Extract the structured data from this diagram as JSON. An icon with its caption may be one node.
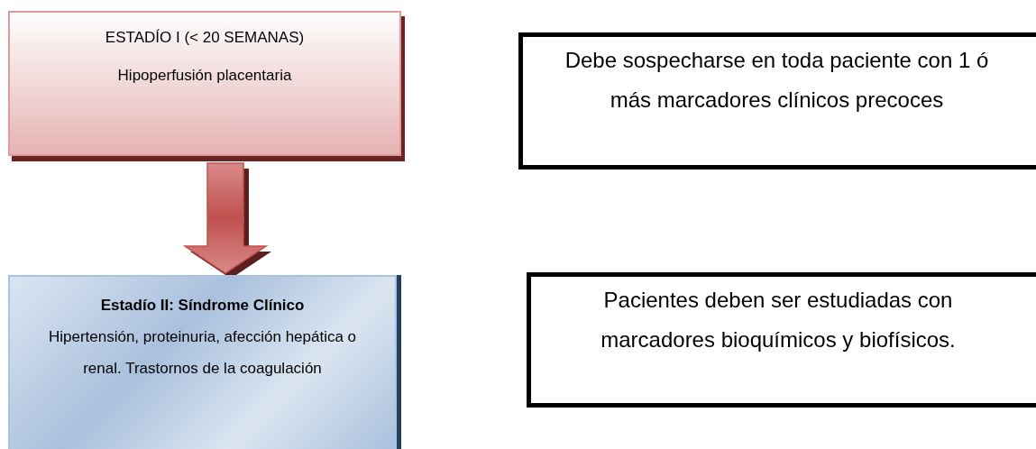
{
  "diagram": {
    "nodes": [
      {
        "text": [
          "ESTADÍO I (< 20 SEMANAS)",
          "Hipoperfusión placentaria"
        ]
      },
      {
        "text": [
          "Estadío II: Síndrome Clínico",
          "Hipertensión, proteinuria, afección hepática o renal. Trastornos de la coagulación"
        ]
      },
      {
        "text": [
          "Debe sospecharse en toda paciente con 1 ó más marcadores clínicos precoces"
        ]
      },
      {
        "text": [
          "Pacientes deben ser estudiadas con marcadores bioquímicos y biofísicos."
        ]
      }
    ],
    "edges": [
      {
        "from": 0,
        "to": 1,
        "arrow": "to",
        "style": "thick"
      }
    ]
  }
}
